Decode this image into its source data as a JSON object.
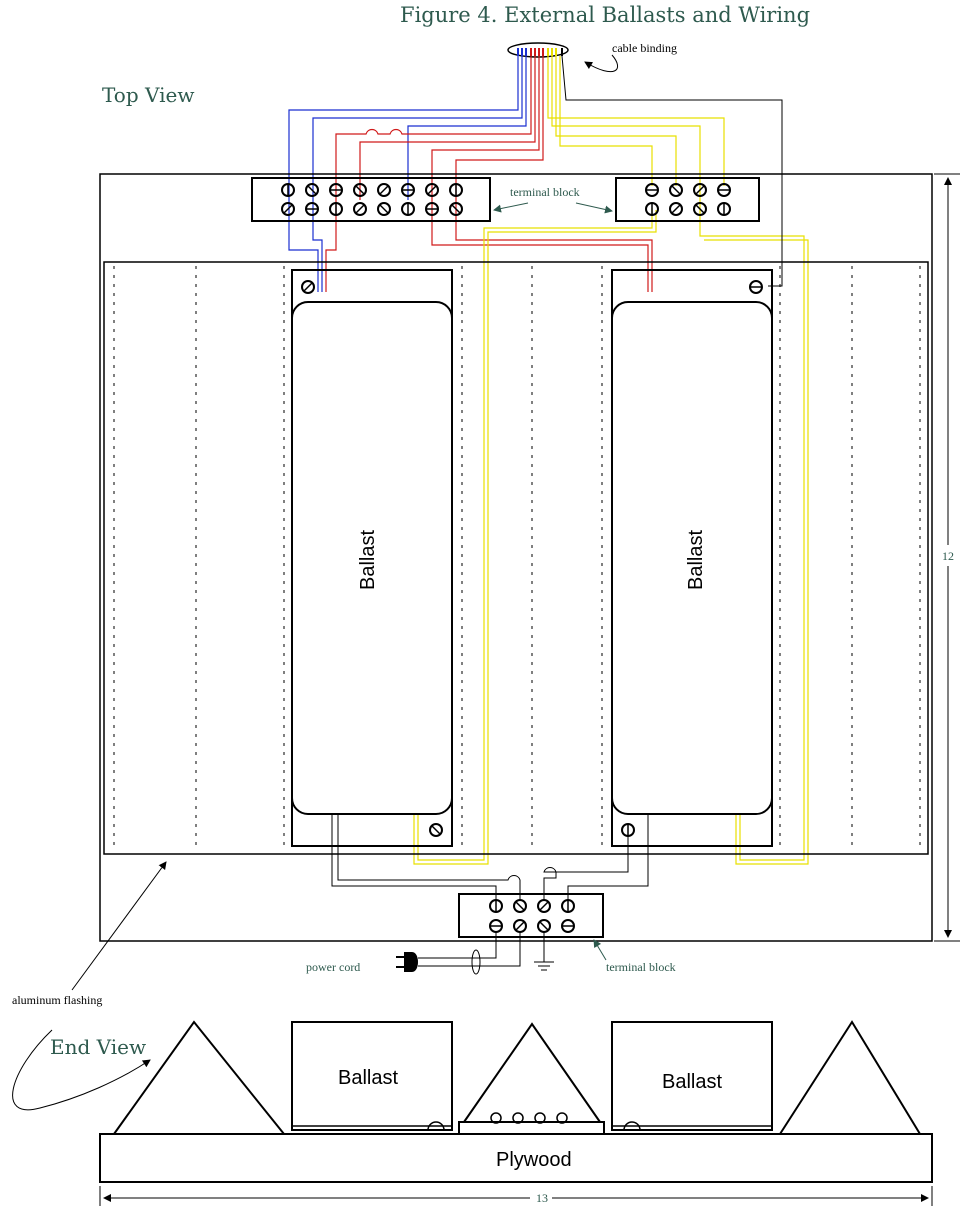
{
  "title": "Figure 4.  External Ballasts and Wiring",
  "top_view_label": "Top View",
  "end_view_label": "End View",
  "labels": {
    "cable_binding": "cable binding",
    "terminal_block_top": "terminal block",
    "terminal_block_bottom": "terminal block",
    "power_cord": "power cord",
    "aluminum_flashing": "aluminum flashing"
  },
  "ballasts": {
    "left_top": "Ballast",
    "right_top": "Ballast",
    "left_end": "Ballast",
    "right_end": "Ballast"
  },
  "plywood_label": "Plywood",
  "dimensions": {
    "height": "12",
    "width": "13"
  },
  "colors": {
    "title": "#2e5a4e",
    "wire_blue": "#1a2fd0",
    "wire_red": "#d01a1a",
    "wire_yellow": "#e8e000",
    "wire_black": "#000000"
  }
}
